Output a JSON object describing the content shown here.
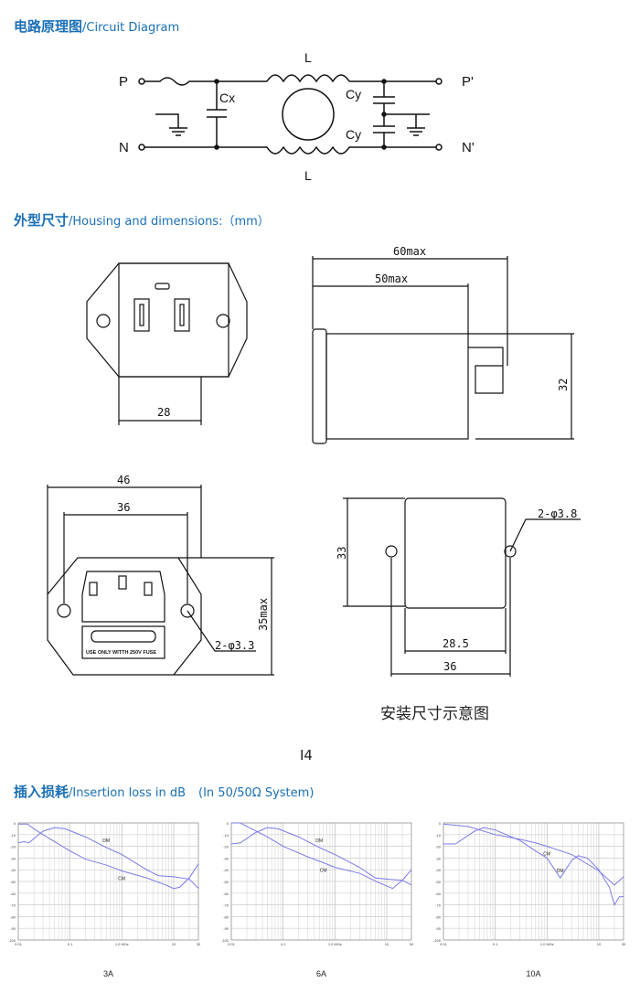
{
  "sections": {
    "circuit": {
      "title_cn": "电路原理图",
      "title_en": "/Circuit Diagram",
      "labels": {
        "p": "P",
        "n": "N",
        "p2": "P'",
        "n2": "N'",
        "l_top": "L",
        "l_bottom": "L",
        "cx": "Cx",
        "cy_top": "Cy",
        "cy_bottom": "Cy"
      }
    },
    "housing": {
      "title_cn": "外型尺寸",
      "title_en": "/Housing and dimensions:（mm）",
      "dims": {
        "w28": "28",
        "d60": "60max",
        "d50": "50max",
        "h32": "32",
        "w46": "46",
        "w36": "36",
        "h35": "35max",
        "hole33": "2-φ3.3",
        "h33": "33",
        "w28_5": "28.5",
        "w36b": "36",
        "hole38": "2-φ3.8"
      },
      "fuse_text": "USE  ONLY  WITTH  250V  FUSE",
      "mount_caption": "安装尺寸示意图",
      "model": "I4"
    },
    "insertion": {
      "title_cn": "插入损耗",
      "title_en": "/Insertion loss in dB",
      "system": "(In 50/50Ω System)"
    }
  },
  "chart_data": [
    {
      "type": "line",
      "title": "3A",
      "xscale": "log",
      "xlim": [
        0.01,
        30
      ],
      "ylim": [
        -100,
        0
      ],
      "xticks": [
        "0.01",
        "0.1",
        "1.0 MHz",
        "10",
        "30"
      ],
      "xtick_values": [
        0.01,
        0.1,
        1,
        10,
        30
      ],
      "yticks": [
        "0",
        "-10",
        "-20",
        "-30",
        "-40",
        "-50",
        "-60",
        "-70",
        "-80",
        "-90",
        "-100"
      ],
      "series": [
        {
          "name": "DM",
          "points": [
            [
              0.01,
              -17
            ],
            [
              0.013,
              -16
            ],
            [
              0.016,
              -17
            ],
            [
              0.03,
              -7
            ],
            [
              0.05,
              -4
            ],
            [
              0.08,
              -5
            ],
            [
              0.2,
              -12
            ],
            [
              0.5,
              -21
            ],
            [
              1,
              -27
            ],
            [
              3,
              -40
            ],
            [
              5,
              -45
            ],
            [
              10,
              -46
            ],
            [
              20,
              -48
            ],
            [
              30,
              -56
            ]
          ]
        },
        {
          "name": "CM",
          "points": [
            [
              0.01,
              -1
            ],
            [
              0.015,
              -1
            ],
            [
              0.02,
              -5
            ],
            [
              0.03,
              -10
            ],
            [
              0.1,
              -24
            ],
            [
              0.2,
              -31
            ],
            [
              0.5,
              -36
            ],
            [
              1,
              -41
            ],
            [
              3,
              -47
            ],
            [
              7,
              -53
            ],
            [
              10,
              -56
            ],
            [
              13,
              -55
            ],
            [
              20,
              -47
            ],
            [
              30,
              -35
            ]
          ]
        }
      ]
    },
    {
      "type": "line",
      "title": "6A",
      "xscale": "log",
      "xlim": [
        0.01,
        30
      ],
      "ylim": [
        -100,
        0
      ],
      "xticks": [
        "0.01",
        "0.1",
        "1.0 MHz",
        "10",
        "30"
      ],
      "xtick_values": [
        0.01,
        0.1,
        1,
        10,
        30
      ],
      "yticks": [
        "0",
        "-10",
        "-20",
        "-30",
        "-40",
        "-50",
        "-60",
        "-70",
        "-80",
        "-90",
        "-100"
      ],
      "series": [
        {
          "name": "DM",
          "points": [
            [
              0.01,
              -18
            ],
            [
              0.015,
              -17
            ],
            [
              0.03,
              -8
            ],
            [
              0.05,
              -4
            ],
            [
              0.08,
              -5
            ],
            [
              0.2,
              -12
            ],
            [
              0.5,
              -21
            ],
            [
              1,
              -27
            ],
            [
              3,
              -38
            ],
            [
              6,
              -47
            ],
            [
              10,
              -48
            ],
            [
              20,
              -49
            ],
            [
              30,
              -53
            ]
          ]
        },
        {
          "name": "CM",
          "points": [
            [
              0.01,
              0
            ],
            [
              0.015,
              0
            ],
            [
              0.02,
              -3
            ],
            [
              0.05,
              -12
            ],
            [
              0.1,
              -20
            ],
            [
              0.3,
              -29
            ],
            [
              0.6,
              -34
            ],
            [
              1,
              -38
            ],
            [
              3,
              -43
            ],
            [
              7,
              -51
            ],
            [
              13,
              -56
            ],
            [
              20,
              -49
            ],
            [
              30,
              -40
            ]
          ]
        }
      ]
    },
    {
      "type": "line",
      "title": "10A",
      "xscale": "log",
      "xlim": [
        0.01,
        30
      ],
      "ylim": [
        -100,
        0
      ],
      "xticks": [
        "0.01",
        "0.1",
        "1.0 MHz",
        "10",
        "30"
      ],
      "xtick_values": [
        0.01,
        0.1,
        1,
        10,
        30
      ],
      "yticks": [
        "0",
        "-10",
        "-20",
        "-30",
        "-40",
        "-50",
        "-60",
        "-70",
        "-80",
        "-90",
        "-100"
      ],
      "series": [
        {
          "name": "CM",
          "points": [
            [
              0.01,
              -1
            ],
            [
              0.03,
              -3
            ],
            [
              0.1,
              -10
            ],
            [
              0.3,
              -14
            ],
            [
              0.6,
              -17
            ],
            [
              1,
              -20
            ],
            [
              3,
              -27
            ],
            [
              10,
              -41
            ],
            [
              20,
              -53
            ],
            [
              30,
              -46
            ]
          ]
        },
        {
          "name": "DM",
          "points": [
            [
              0.01,
              -18
            ],
            [
              0.017,
              -18
            ],
            [
              0.04,
              -7
            ],
            [
              0.06,
              -4
            ],
            [
              0.1,
              -6
            ],
            [
              0.3,
              -15
            ],
            [
              0.6,
              -24
            ],
            [
              1,
              -30
            ],
            [
              1.8,
              -47
            ],
            [
              3,
              -32
            ],
            [
              4,
              -28
            ],
            [
              6,
              -30
            ],
            [
              10,
              -40
            ],
            [
              16,
              -55
            ],
            [
              20,
              -70
            ],
            [
              25,
              -63
            ],
            [
              30,
              -63
            ]
          ]
        }
      ]
    }
  ]
}
